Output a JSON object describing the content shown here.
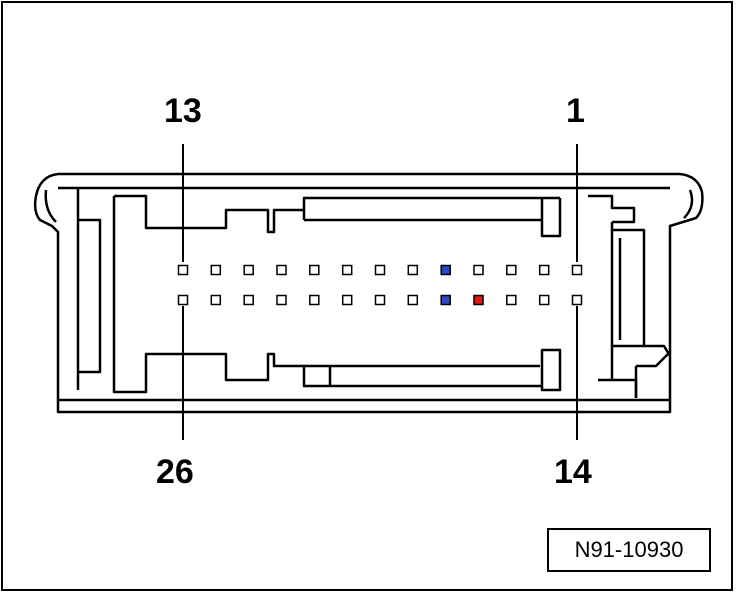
{
  "pin_labels": {
    "top_left": "13",
    "top_right": "1",
    "bottom_left": "26",
    "bottom_right": "14"
  },
  "reference_code": "N91-10930",
  "pins": {
    "top_row_count": 13,
    "bottom_row_count": 13,
    "colored": [
      {
        "row": "top",
        "index_from_left": 9,
        "color": "#2b48c8"
      },
      {
        "row": "bottom",
        "index_from_left": 9,
        "color": "#2b48c8"
      },
      {
        "row": "bottom",
        "index_from_left": 10,
        "color": "#e01818"
      }
    ],
    "default_color": "#ffffff"
  }
}
